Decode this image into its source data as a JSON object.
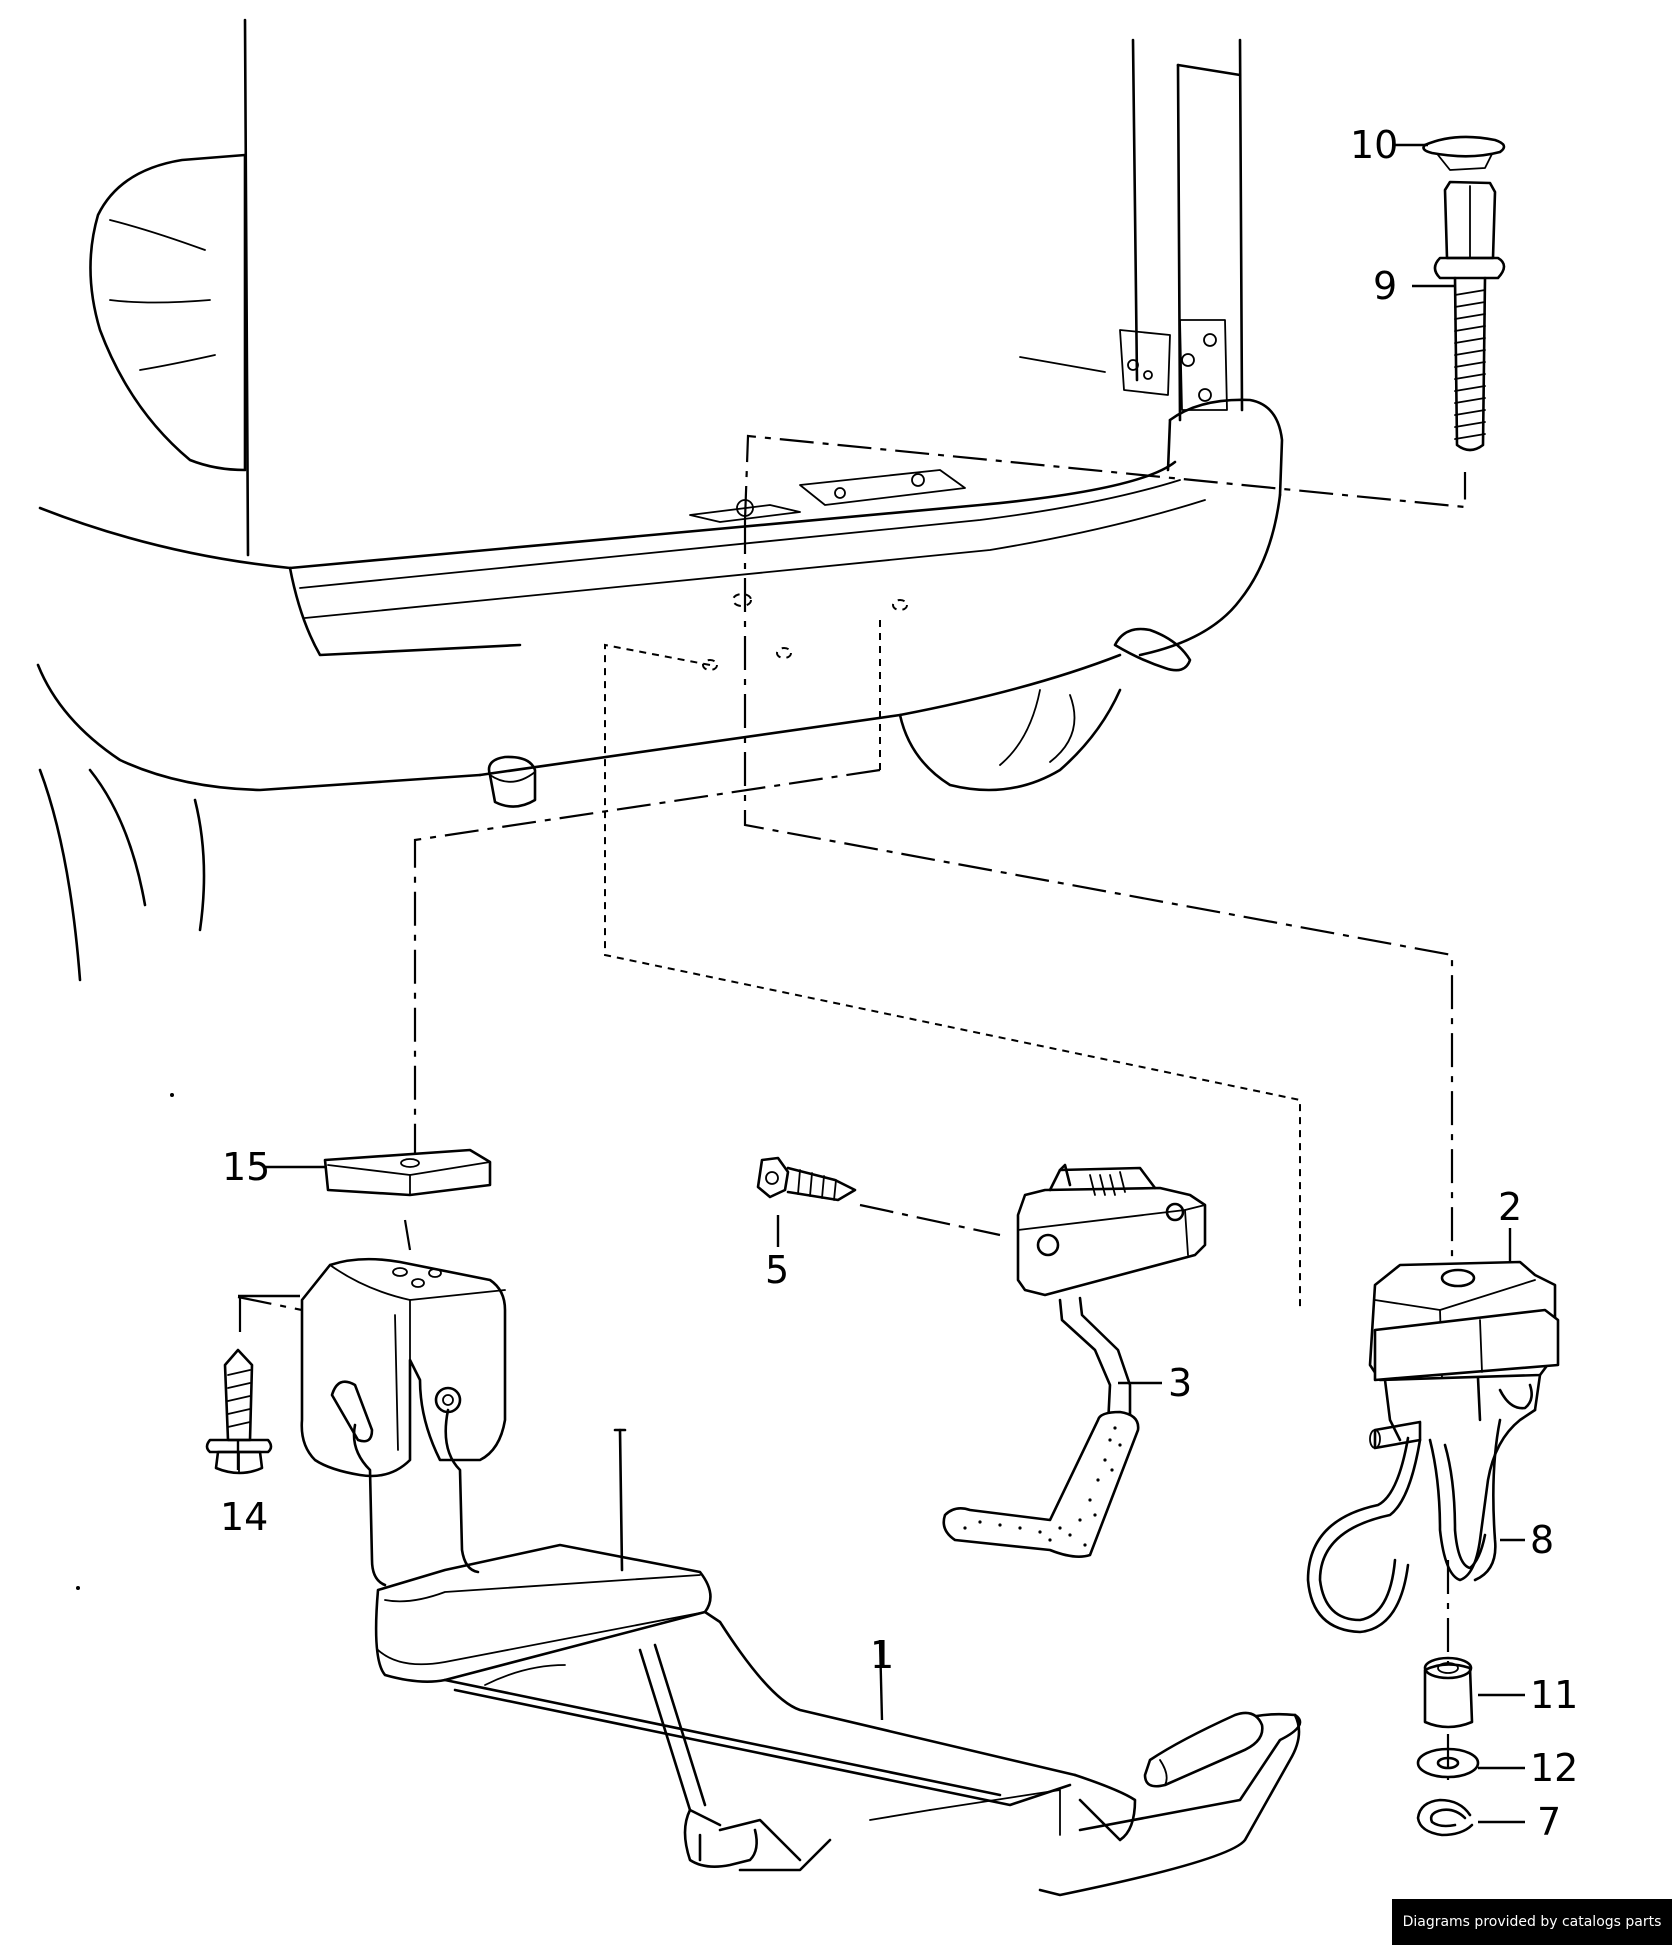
{
  "labels": {
    "l1": "1",
    "l2": "2",
    "l3": "3",
    "l5": "5",
    "l7": "7",
    "l8": "8",
    "l9": "9",
    "l10": "10",
    "l11": "11",
    "l12": "12",
    "l14": "14",
    "l15": "15"
  },
  "credit": "Diagrams provided by catalogs parts"
}
